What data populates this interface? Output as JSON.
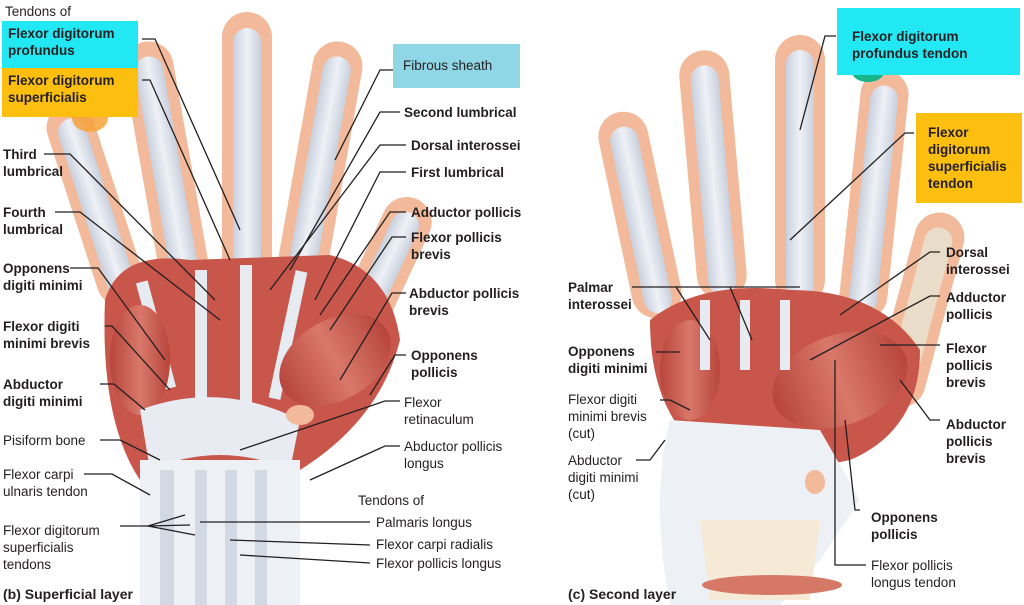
{
  "colors": {
    "cyan_highlight": "#22e8f3",
    "light_blue_highlight": "#8fd6e6",
    "orange_highlight": "#fdbf0f",
    "muscle": "#c8564a",
    "tendon": "#dfe4ee",
    "skin_outline": "#f2b99a"
  },
  "panel_b": {
    "caption": "(b) Superficial layer",
    "tendons_of_header": "Tendons of",
    "fdp_label": "Flexor digitorum\nprofundus",
    "fds_label": "Flexor digitorum\nsuperficialis",
    "left_labels": [
      "Third\nlumbrical",
      "Fourth\nlumbrical",
      "Opponens\ndigiti minimi",
      "Flexor digiti\nminimi brevis",
      "Abductor\ndigiti minimi",
      "Pisiform bone",
      "Flexor carpi\nulnaris tendon",
      "Flexor digitorum\nsuperficialis\ntendons"
    ],
    "right_labels": [
      "Fibrous sheath",
      "Second lumbrical",
      "Dorsal interossei",
      "First lumbrical",
      "Adductor pollicis",
      "Flexor pollicis\nbrevis",
      "Abductor pollicis\nbrevis",
      "Opponens\npollicis",
      "Flexor\nretinaculum",
      "Abductor pollicis\nlongus"
    ],
    "bottom_tendons_header": "Tendons of",
    "bottom_tendons": [
      "Palmaris longus",
      "Flexor carpi radialis",
      "Flexor pollicis longus"
    ]
  },
  "panel_c": {
    "caption": "(c) Second layer",
    "fdp_tendon_label": "Flexor digitorum\nprofundus tendon",
    "fds_tendon_label": "Flexor\ndigitorum\nsuperficialis\ntendon",
    "left_labels": [
      "Palmar\ninterossei",
      "Opponens\ndigiti minimi",
      "Flexor digiti\nminimi brevis\n(cut)",
      "Abductor\ndigiti minimi\n(cut)"
    ],
    "right_labels": [
      "Dorsal\ninterossei",
      "Adductor\npollicis",
      "Flexor\npollicis\nbrevis",
      "Abductor\npollicis\nbrevis",
      "Opponens\npollicis",
      "Flexor pollicis\nlongus tendon"
    ]
  }
}
